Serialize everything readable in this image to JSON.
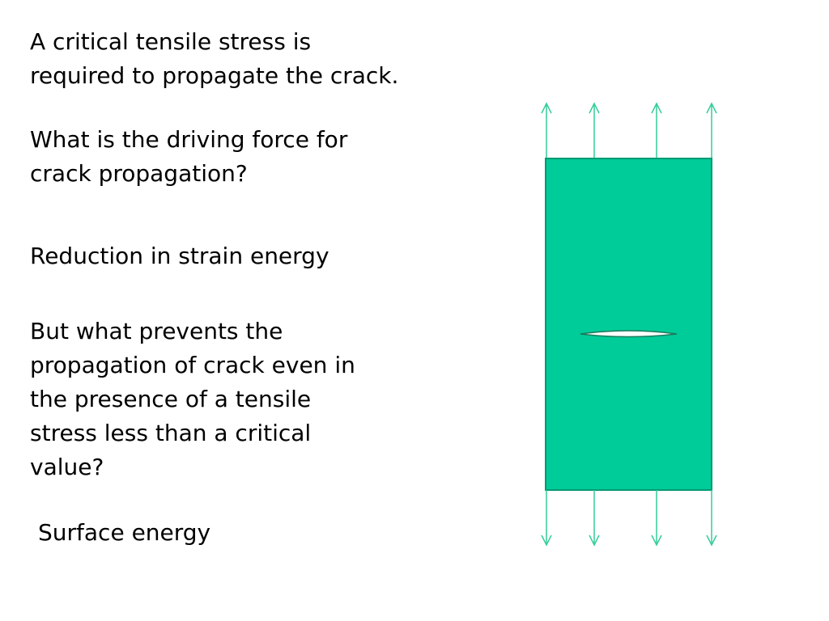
{
  "slide": {
    "paragraphs": [
      "A critical tensile stress is\nrequired to propagate the crack.",
      "What is the driving force for\ncrack propagation?",
      "Reduction in strain energy",
      "But what prevents the\npropagation of crack even in\nthe presence of a tensile\nstress less than a critical\nvalue?",
      "Surface energy"
    ]
  },
  "diagram": {
    "specimen_color": "#00cc99",
    "specimen_border": "#009973",
    "arrow_color": "#33cc99",
    "crack_color": "#ffffff",
    "arrow_count_top": 4,
    "arrow_count_bottom": 4
  }
}
